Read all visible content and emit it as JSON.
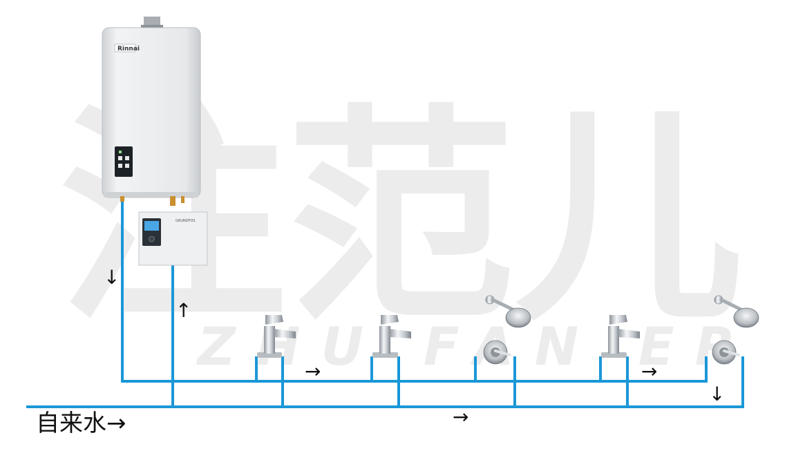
{
  "heater": {
    "brand_label": "Rinnai"
  },
  "pump": {
    "brand_label": "GRUNDFOS"
  },
  "watermark": {
    "cn": "注范儿",
    "en": "ZHU FAN ER"
  },
  "labels": {
    "tap_water": "自来水→"
  },
  "arrows": {
    "cold_down": "↓",
    "return_up": "↑",
    "flow_right_1": "→",
    "flow_right_2": "→",
    "flow_right_main": "→",
    "end_down": "↓"
  },
  "colors": {
    "pipe": "#1a97d8",
    "watermark": "#ececec",
    "chrome": "#c9ced3",
    "heater_body": "#e4e6e8"
  }
}
